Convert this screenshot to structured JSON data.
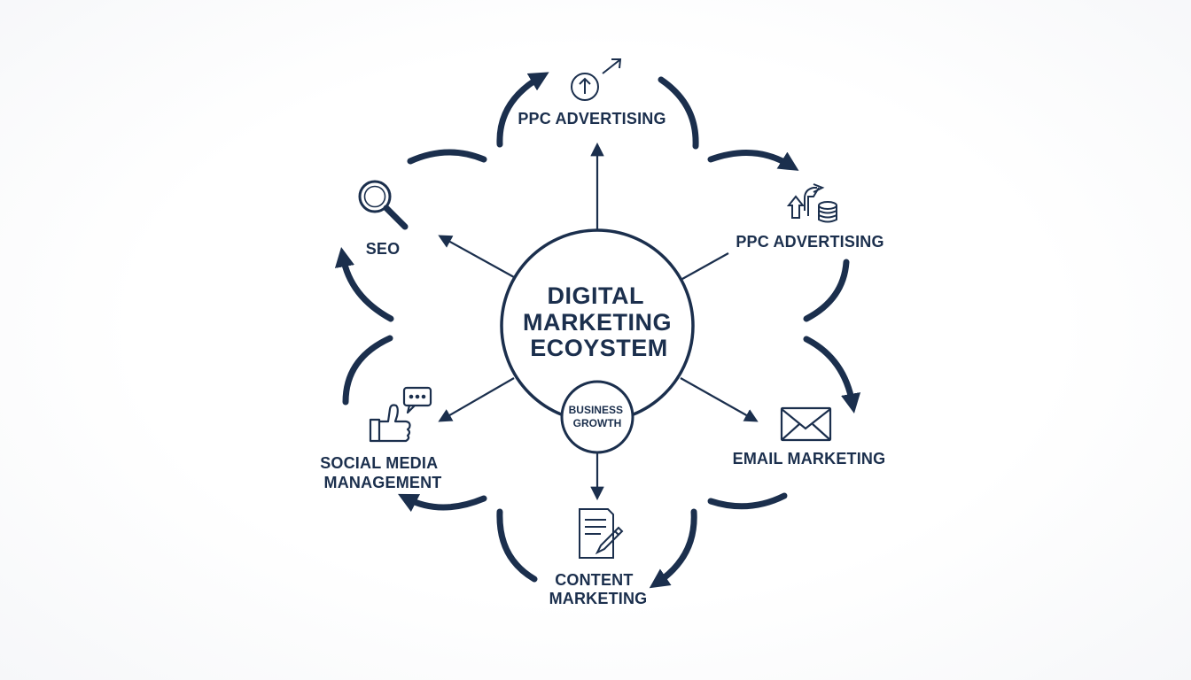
{
  "colors": {
    "primary": "#1b2f4d",
    "background": "#ffffff"
  },
  "hub": {
    "title_lines": [
      "DIGITAL",
      "MARKETING",
      "ECOYSTEM"
    ],
    "sub_lines": [
      "BUSINESS",
      "GROWTH"
    ]
  },
  "nodes": {
    "ppc_top": {
      "label_lines": [
        "PPC ADVERTISING"
      ],
      "icon": "arrow-up-circle-icon"
    },
    "ppc_right": {
      "label_lines": [
        "PPC ADVERTISING"
      ],
      "icon": "growth-coins-icon"
    },
    "email": {
      "label_lines": [
        "EMAIL MARKETING"
      ],
      "icon": "envelope-icon"
    },
    "content": {
      "label_lines": [
        "CONTENT",
        "MARKETING"
      ],
      "icon": "document-pen-icon"
    },
    "social": {
      "label_lines": [
        "SOCIAL MEDIA",
        "MANAGEMENT"
      ],
      "icon": "thumbs-up-chat-icon"
    },
    "seo": {
      "label_lines": [
        "SEO"
      ],
      "icon": "magnifier-icon"
    }
  }
}
